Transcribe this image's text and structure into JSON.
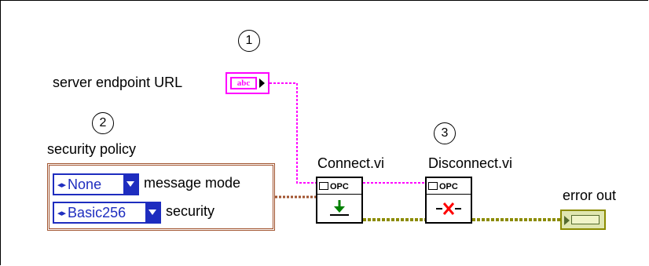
{
  "callouts": {
    "c1": "1",
    "c2": "2",
    "c3": "3"
  },
  "labels": {
    "server_endpoint_url": "server endpoint URL",
    "security_policy": "security policy",
    "message_mode": "message mode",
    "security": "security",
    "connect_vi": "Connect.vi",
    "disconnect_vi": "Disconnect.vi",
    "error_out": "error out"
  },
  "string_constant": {
    "text": "abc"
  },
  "enums": {
    "message_mode_value": "None",
    "security_value": "Basic256"
  },
  "subvi": {
    "header": "OPC"
  },
  "colors": {
    "string_wire": "#ff00ff",
    "cluster_wire": "#a0522d",
    "error_wire": "#8b8b00",
    "enum_blue": "#1e2dbf",
    "disconnect_x": "#ff0000",
    "connect_arrow": "#008000"
  },
  "icons": {
    "connect": "download-arrow-icon",
    "disconnect": "x-mark-icon"
  }
}
